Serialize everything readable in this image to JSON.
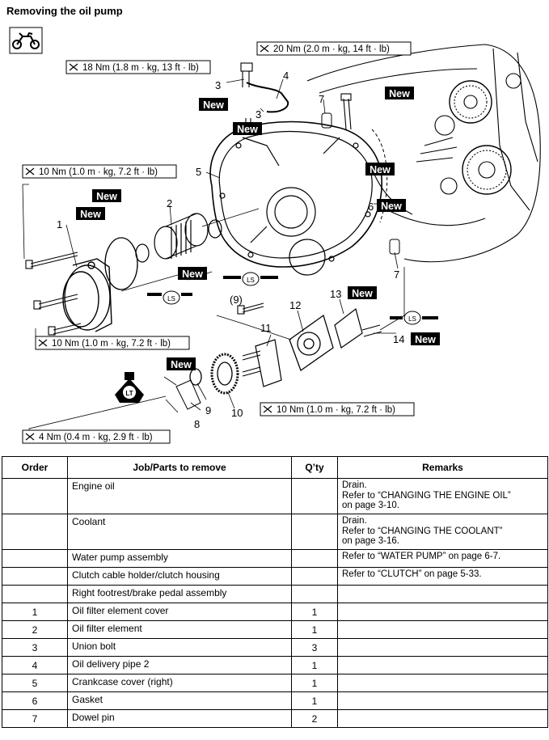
{
  "title": "Removing the oil pump",
  "torques": {
    "t1": "20 Nm (2.0 m · kg, 14 ft · lb)",
    "t2": "18 Nm (1.8 m · kg, 13 ft · lb)",
    "t3": "10 Nm (1.0 m · kg, 7.2 ft · lb)",
    "t4": "10 Nm (1.0 m · kg, 7.2 ft · lb)",
    "t5": "10 Nm (1.0 m · kg, 7.2 ft · lb)",
    "t6": "4 Nm (0.4 m · kg, 2.9 ft · lb)"
  },
  "new_label": "New",
  "ls_label": "LS",
  "lt_label": "LT",
  "callouts": {
    "c1": "1",
    "c2": "2",
    "c3a": "3",
    "c3b": "3",
    "c4": "4",
    "c5": "5",
    "c6": "6",
    "c7a": "7",
    "c7b": "7",
    "c8": "8",
    "c9": "9",
    "c9p": "(9)",
    "c10": "10",
    "c11": "11",
    "c12": "12",
    "c13": "13",
    "c14": "14"
  },
  "table": {
    "headers": [
      "Order",
      "Job/Parts to remove",
      "Q’ty",
      "Remarks"
    ],
    "rows": [
      {
        "order": "",
        "part": "Engine oil",
        "qty": "",
        "remarks": "Drain.\nRefer to “CHANGING THE ENGINE OIL”\non page 3-10."
      },
      {
        "order": "",
        "part": "Coolant",
        "qty": "",
        "remarks": "Drain.\nRefer to “CHANGING THE COOLANT”\non page 3-16."
      },
      {
        "order": "",
        "part": "Water pump assembly",
        "qty": "",
        "remarks": "Refer to “WATER PUMP” on page 6-7."
      },
      {
        "order": "",
        "part": "Clutch cable holder/clutch housing",
        "qty": "",
        "remarks": "Refer to “CLUTCH” on page 5-33."
      },
      {
        "order": "",
        "part": "Right footrest/brake pedal assembly",
        "qty": "",
        "remarks": ""
      },
      {
        "order": "1",
        "part": "Oil filter element cover",
        "qty": "1",
        "remarks": ""
      },
      {
        "order": "2",
        "part": "Oil filter element",
        "qty": "1",
        "remarks": ""
      },
      {
        "order": "3",
        "part": "Union bolt",
        "qty": "3",
        "remarks": ""
      },
      {
        "order": "4",
        "part": "Oil delivery pipe 2",
        "qty": "1",
        "remarks": ""
      },
      {
        "order": "5",
        "part": "Crankcase cover (right)",
        "qty": "1",
        "remarks": ""
      },
      {
        "order": "6",
        "part": "Gasket",
        "qty": "1",
        "remarks": ""
      },
      {
        "order": "7",
        "part": "Dowel pin",
        "qty": "2",
        "remarks": ""
      }
    ]
  }
}
